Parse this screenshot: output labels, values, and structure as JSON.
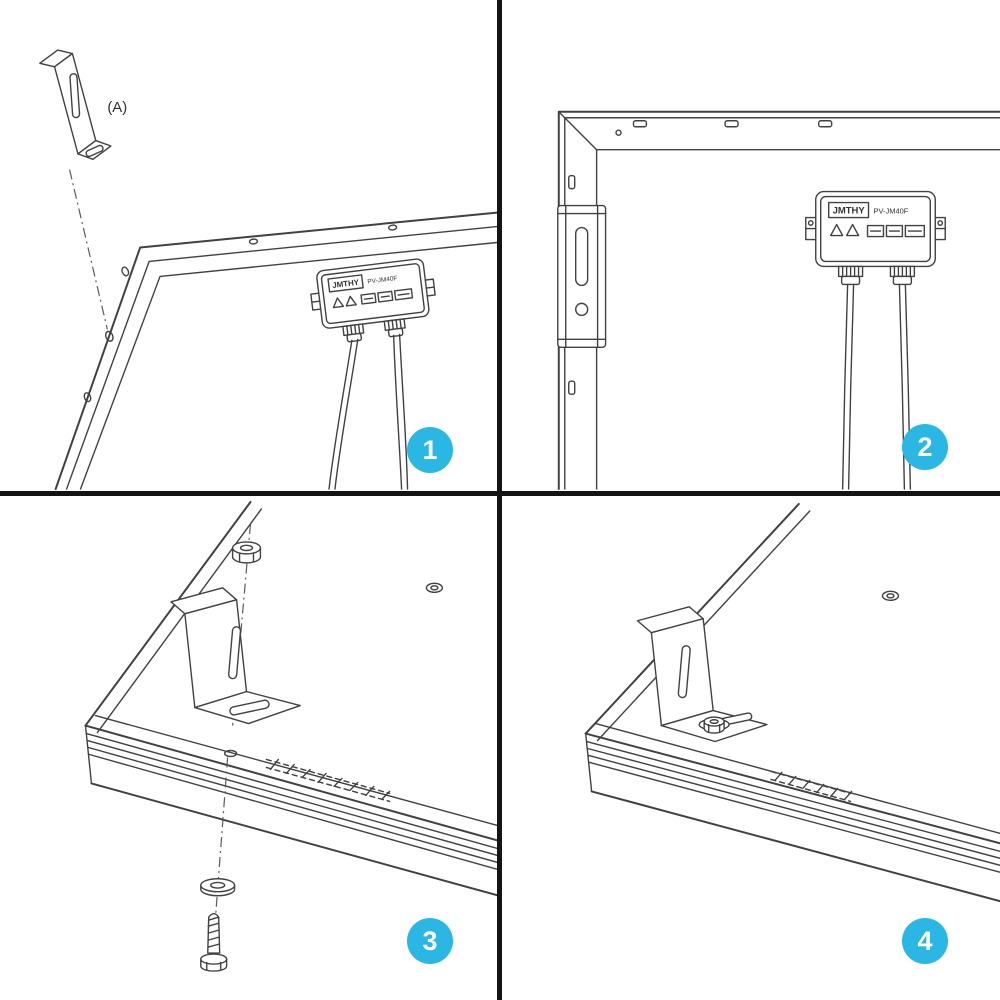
{
  "page": {
    "background": "#ffffff",
    "divider_color": "#141414",
    "line_color": "#414141",
    "accent_color": "#2ab7e3"
  },
  "labels": {
    "bracket_callout": "(A)"
  },
  "junction_box": {
    "brand": "JMTHY",
    "model": "PV-JM40F"
  },
  "steps": [
    {
      "number": "1"
    },
    {
      "number": "2"
    },
    {
      "number": "3"
    },
    {
      "number": "4"
    }
  ]
}
